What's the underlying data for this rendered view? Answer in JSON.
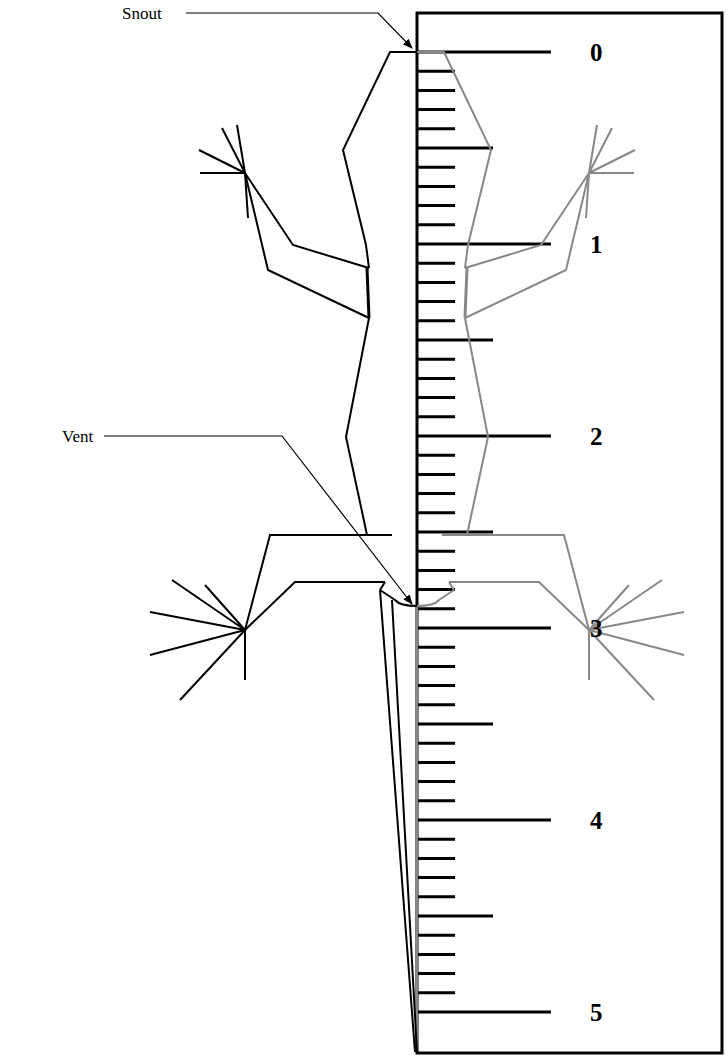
{
  "diagram": {
    "labels": [
      "Snout",
      "Vent",
      "0",
      "1",
      "2",
      "3",
      "4",
      "5"
    ]
  }
}
